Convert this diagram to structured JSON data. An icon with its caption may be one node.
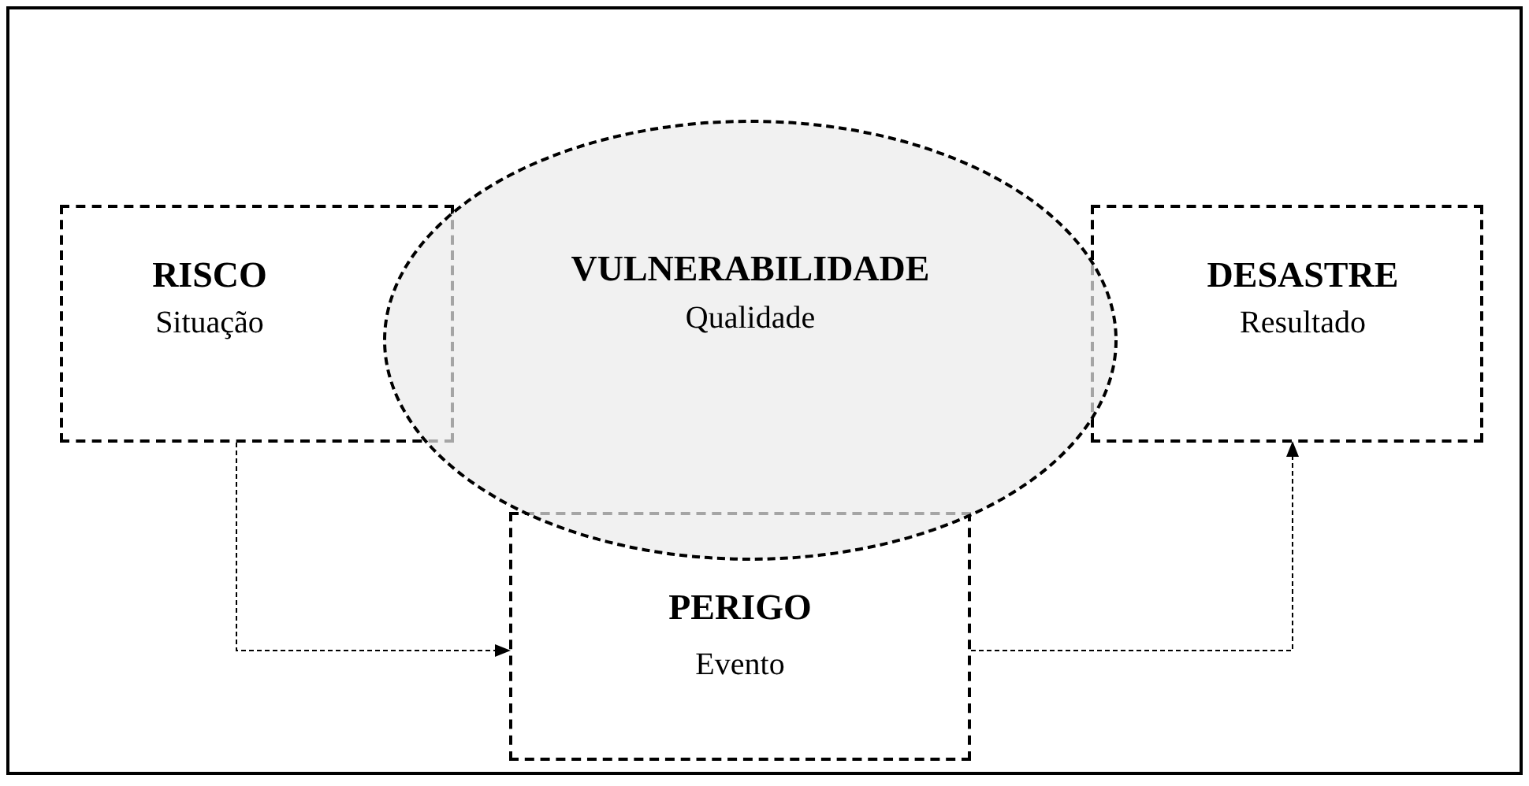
{
  "diagram": {
    "nodes": [
      {
        "text": [
          "RISCO",
          "Situação"
        ]
      },
      {
        "text": [
          "VULNERABILIDADE",
          "Qualidade"
        ]
      },
      {
        "text": [
          "DESASTRE",
          "Resultado"
        ]
      },
      {
        "text": [
          "PERIGO",
          "Evento"
        ]
      }
    ],
    "edges": [
      {
        "from": 0,
        "to": 3,
        "arrow": "to",
        "style": "dashed"
      },
      {
        "from": 3,
        "to": 2,
        "arrow": "to",
        "style": "dashed"
      }
    ]
  }
}
